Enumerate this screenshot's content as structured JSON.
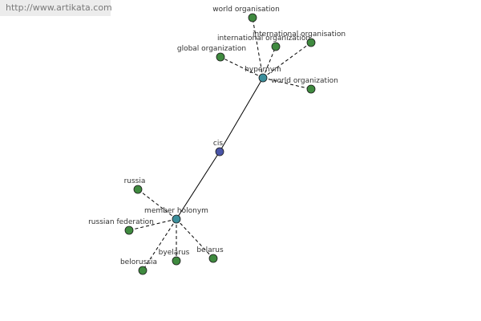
{
  "watermark": "http://www.artikata.com",
  "colors": {
    "leaf": "#3f8a3f",
    "hub": "#3c8f9c",
    "center": "#4a55a8",
    "edge": "#000000"
  },
  "nodes": {
    "center": "cis",
    "hypernym_hub": "hypernym",
    "holonym_hub": "member holonym",
    "hypernym_leaves": [
      "world organisation",
      "international organization",
      "international organisation",
      "global organization",
      "world organization"
    ],
    "holonym_leaves": [
      "russia",
      "russian federation",
      "belorussia",
      "byelarus",
      "belarus"
    ]
  }
}
